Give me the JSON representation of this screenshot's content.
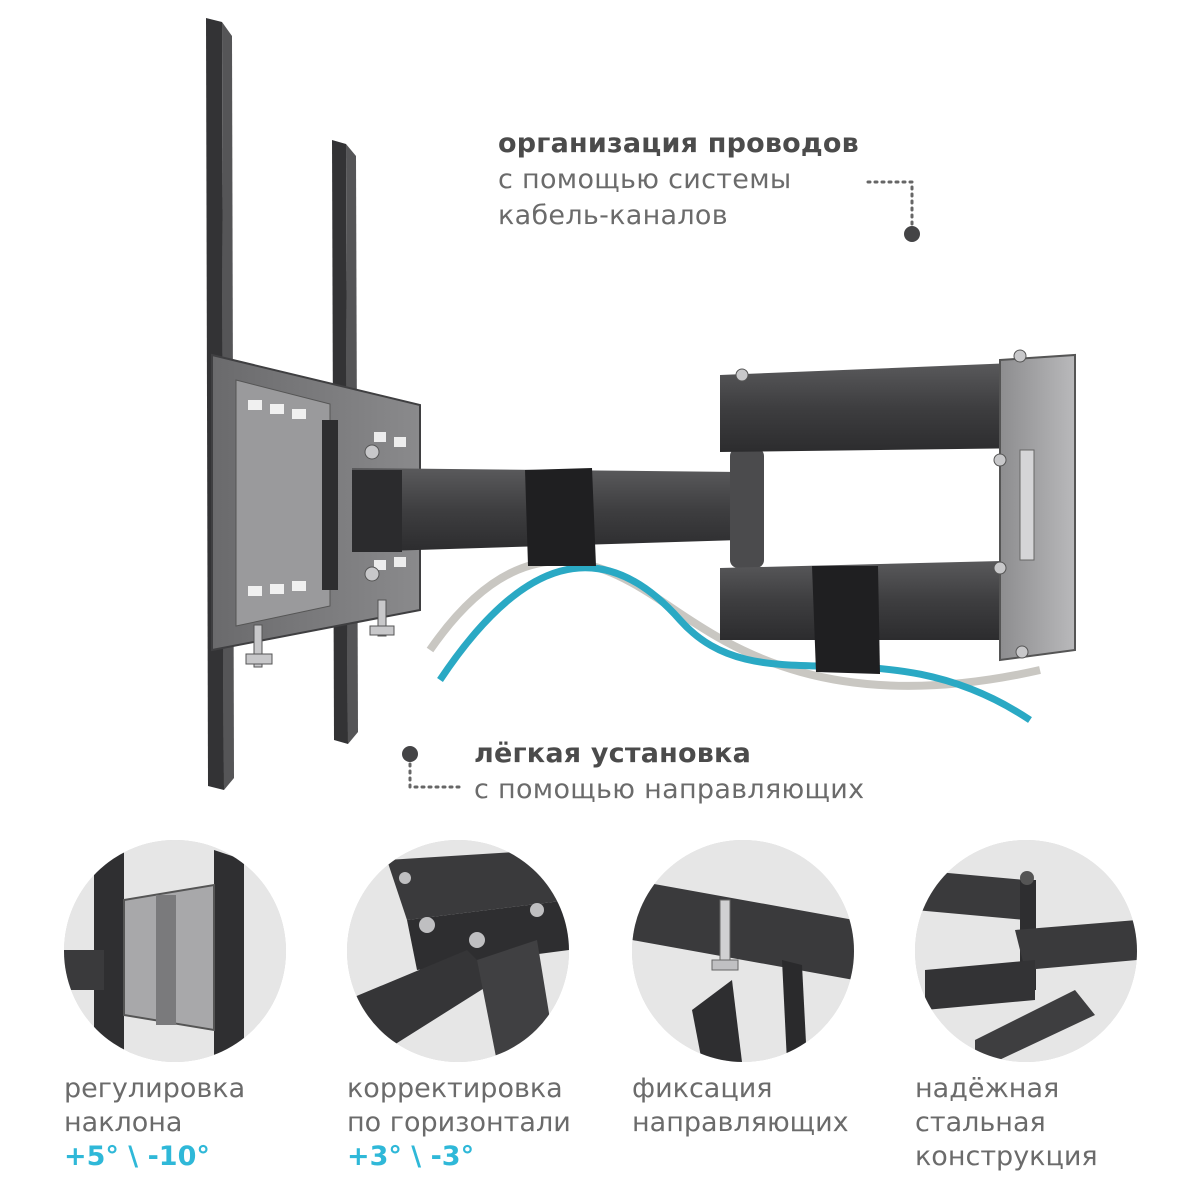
{
  "callouts": {
    "cable": {
      "title": "организация проводов",
      "line1": "с помощью системы",
      "line2": "кабель-каналов"
    },
    "install": {
      "title": "лёгкая установка",
      "line1": "с помощью направляющих"
    }
  },
  "details": [
    {
      "line1": "регулировка",
      "line2": "наклона",
      "accent": "+5° \\ -10°"
    },
    {
      "line1": "корректировка",
      "line2": "по горизонтали",
      "accent": "+3° \\ -3°"
    },
    {
      "line1": "фиксация",
      "line2": "направляющих"
    },
    {
      "line1": "надёжная",
      "line2": "стальная",
      "line3": "конструкция"
    }
  ],
  "colors": {
    "accent": "#2fb8d8",
    "steel": "#3d3d3f",
    "cable_blue": "#2aa9c4",
    "cable_grey": "#c9c7c2"
  },
  "icons": [
    "tv-wall-mount-image",
    "dotted-leader-icon"
  ]
}
